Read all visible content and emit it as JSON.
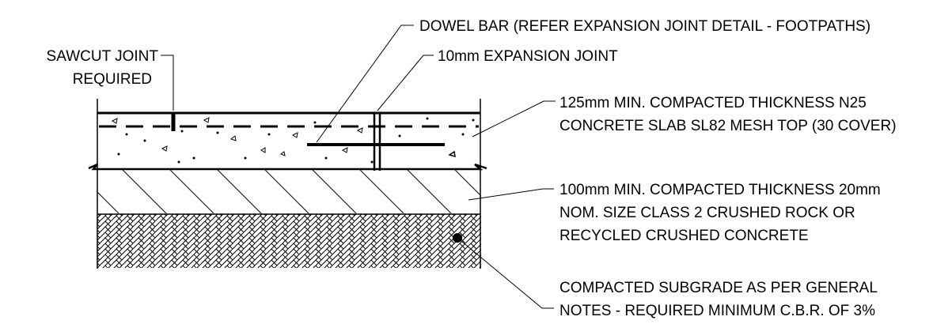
{
  "labels": {
    "sawcut_line1": "SAWCUT JOINT",
    "sawcut_line2": "REQUIRED",
    "dowel": "DOWEL BAR (REFER EXPANSION JOINT DETAIL - FOOTPATHS)",
    "expansion": "10mm EXPANSION JOINT",
    "slab_line1": "125mm MIN. COMPACTED THICKNESS N25",
    "slab_line2": "CONCRETE SLAB  SL82 MESH TOP (30 COVER)",
    "rock_line1": "100mm MIN. COMPACTED THICKNESS 20mm",
    "rock_line2": "NOM. SIZE CLASS 2 CRUSHED ROCK OR",
    "rock_line3": "RECYCLED CRUSHED CONCRETE",
    "subgrade_line1": "COMPACTED SUBGRADE AS PER GENERAL",
    "subgrade_line2": "NOTES - REQUIRED MINIMUM C.B.R. OF 3%"
  },
  "colors": {
    "ink": "#000000",
    "background": "#ffffff"
  }
}
